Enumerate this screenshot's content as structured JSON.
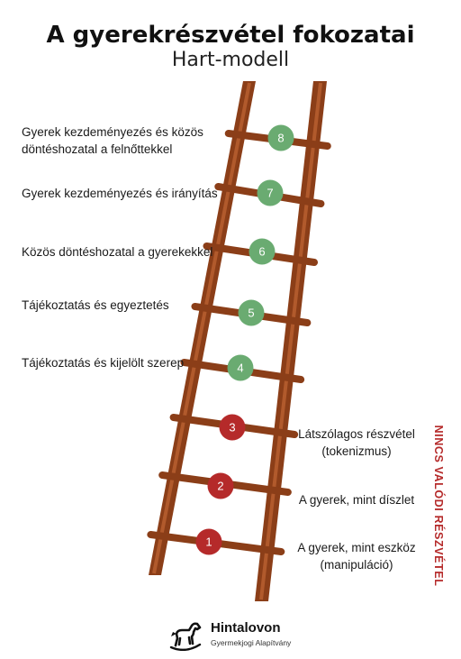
{
  "title": "A gyerekrészvétel fokozatai",
  "subtitle": "Hart-modell",
  "colors": {
    "green": "#6aab71",
    "red": "#b52a2a",
    "wood": "#8b3e18",
    "wood_light": "#b15a2c"
  },
  "rungs": [
    {
      "number": "1",
      "color": "red",
      "text_lines": [
        "A gyerek, mint eszköz",
        "(manipuláció)"
      ],
      "side": "right"
    },
    {
      "number": "2",
      "color": "red",
      "text_lines": [
        "A gyerek, mint díszlet"
      ],
      "side": "right"
    },
    {
      "number": "3",
      "color": "red",
      "text_lines": [
        "Látszólagos részvétel",
        "(tokenizmus)"
      ],
      "side": "right"
    },
    {
      "number": "4",
      "color": "green",
      "text_lines": [
        "Tájékoztatás  és kijelölt szerep"
      ],
      "side": "left"
    },
    {
      "number": "5",
      "color": "green",
      "text_lines": [
        "Tájékoztatás  és egyeztetés"
      ],
      "side": "left"
    },
    {
      "number": "6",
      "color": "green",
      "text_lines": [
        "Közös döntéshozatal a gyerekekkel"
      ],
      "side": "left"
    },
    {
      "number": "7",
      "color": "green",
      "text_lines": [
        "Gyerek kezdeményezés és irányítás"
      ],
      "side": "left"
    },
    {
      "number": "8",
      "color": "green",
      "text_lines": [
        "Gyerek kezdeményezés és közös",
        "döntéshozatal a felnőttekkel"
      ],
      "side": "left"
    }
  ],
  "side_label": "NINCS VALÓDI RÉSZVÉTEL",
  "logo": {
    "name": "Hintalovon",
    "subtitle": "Gyermekjogi Alapítvány",
    "icon": "rocking-horse-icon"
  }
}
